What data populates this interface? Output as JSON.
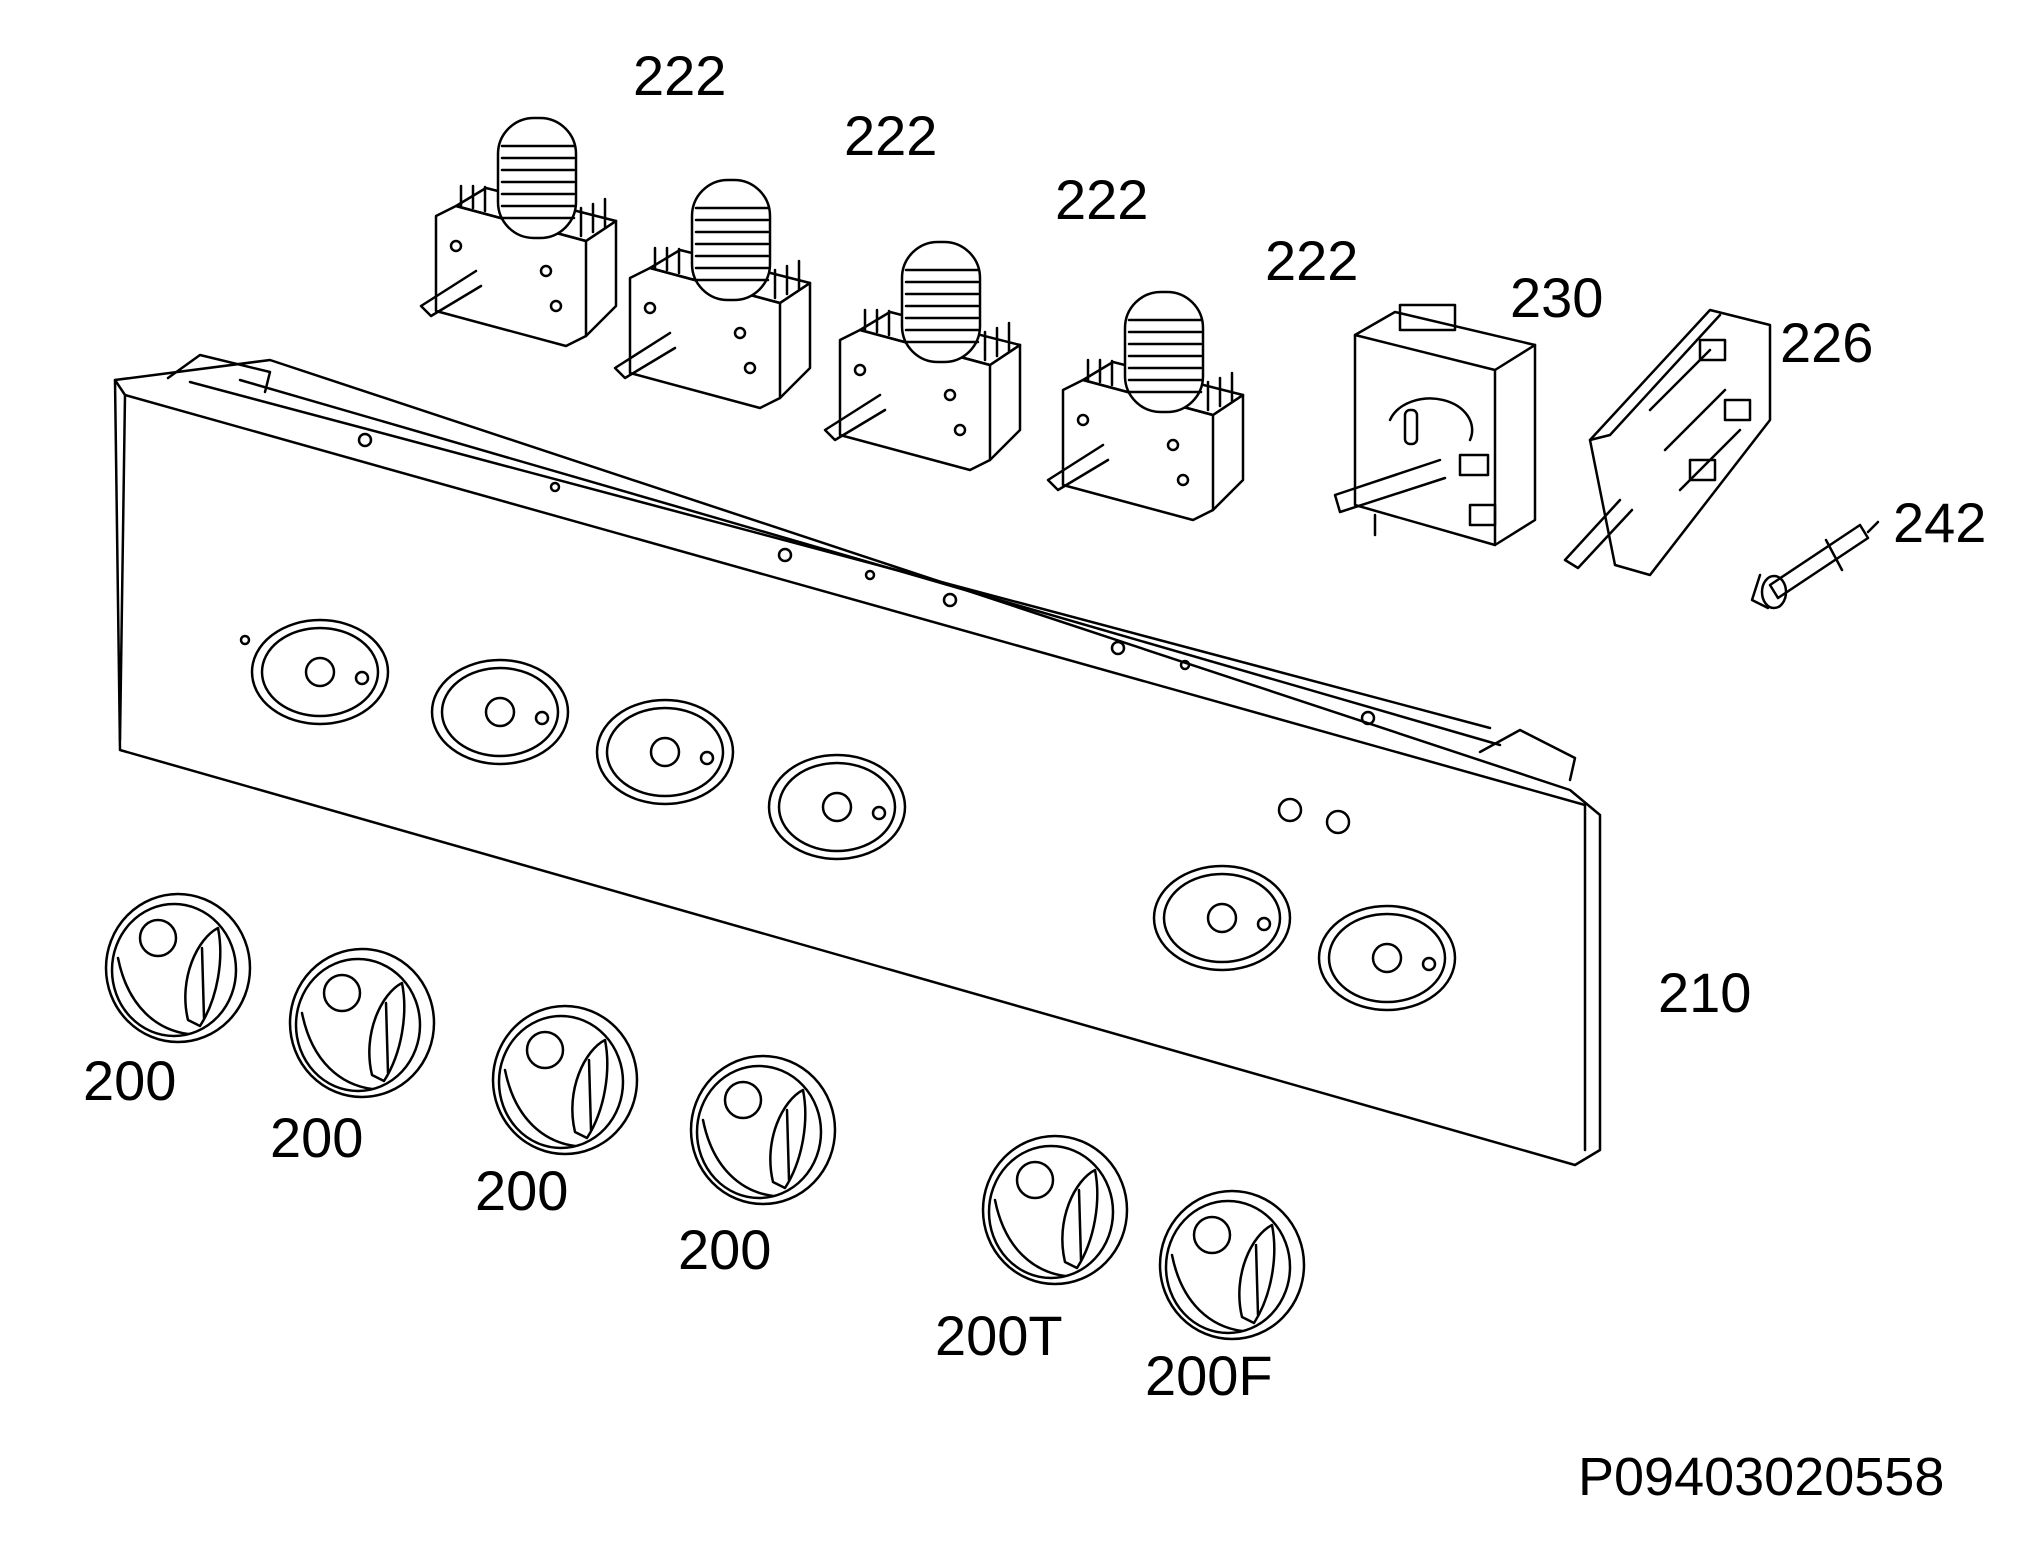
{
  "callouts": {
    "switch_1": "222",
    "switch_2": "222",
    "switch_3": "222",
    "switch_4": "222",
    "thermostat": "230",
    "bracket": "226",
    "sensor": "242",
    "panel": "210",
    "knob_1": "200",
    "knob_2": "200",
    "knob_3": "200",
    "knob_4": "200",
    "knob_t": "200T",
    "knob_f": "200F"
  },
  "document_id": "P09403020558"
}
